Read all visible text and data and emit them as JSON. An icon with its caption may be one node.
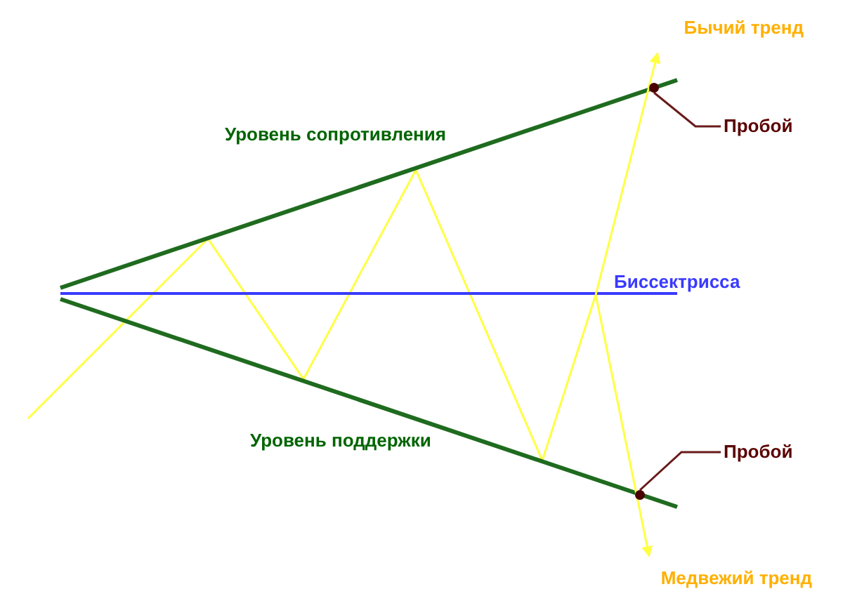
{
  "diagram": {
    "nodes": [
      {
        "text": [
          "Бычий тренд"
        ]
      },
      {
        "text": [],
        "shape": "circle"
      },
      {
        "text": [
          "Пробой"
        ]
      },
      {
        "text": [],
        "shape": "circle"
      },
      {
        "text": [
          "Пробой"
        ]
      },
      {
        "text": [
          "Медвежий тренд"
        ]
      }
    ],
    "edges": [
      {
        "from": 2,
        "to": 1,
        "arrow": "none"
      },
      {
        "from": 4,
        "to": 3,
        "arrow": "none"
      },
      {
        "from": null,
        "to": 0,
        "arrow": "to",
        "color": "#ffff44"
      },
      {
        "from": null,
        "to": 5,
        "arrow": "to",
        "color": "#ffff44"
      }
    ],
    "labels": [
      "Уровень сопротивления",
      "Биссектрисса",
      "Уровень поддержки"
    ]
  }
}
